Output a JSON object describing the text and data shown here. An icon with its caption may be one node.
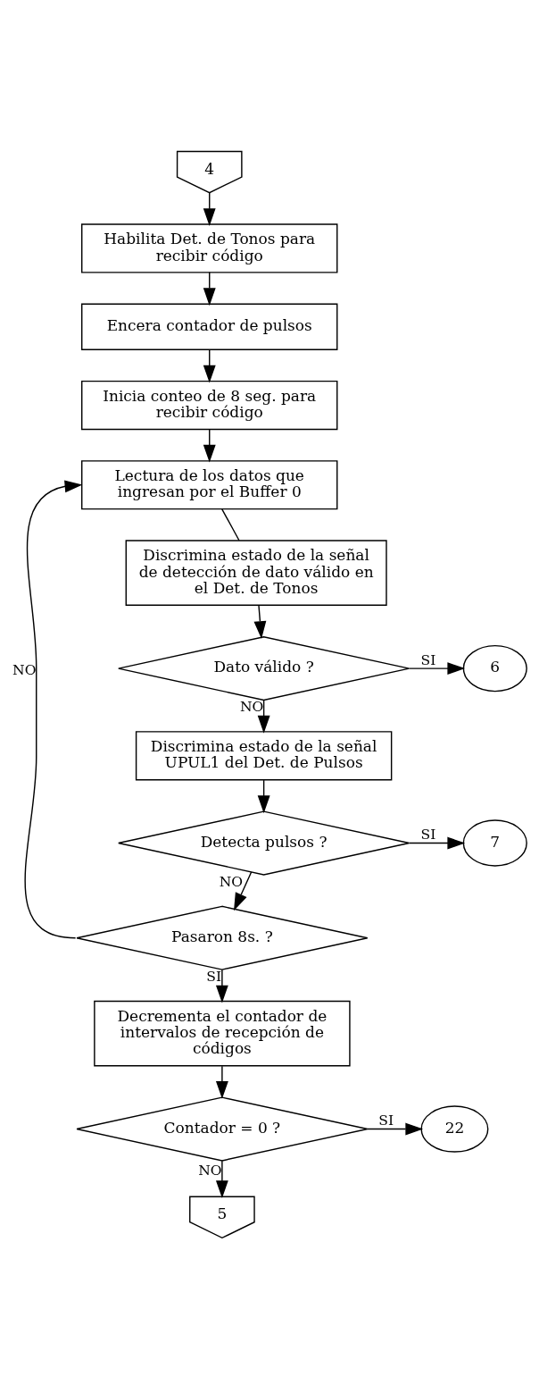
{
  "diagram": {
    "nodes": [
      {
        "text": [
          "4"
        ]
      },
      {
        "text": [
          "Habilita Det. de Tonos para recibir código"
        ]
      },
      {
        "text": [
          "Encera contador de pulsos"
        ]
      },
      {
        "text": [
          "Inicia conteo de 8 seg. para recibir código"
        ]
      },
      {
        "text": [
          "Lectura de los datos que ingresan por el Buffer 0"
        ]
      },
      {
        "text": [
          "Discrimina estado de la señal de detección de dato válido en el Det. de Tonos"
        ]
      },
      {
        "text": [
          "Dato válido ?"
        ]
      },
      {
        "text": [
          "6"
        ]
      },
      {
        "text": [
          "Discrimina estado de la señal UPUL1 del Det. de Pulsos"
        ]
      },
      {
        "text": [
          "Detecta pulsos ?"
        ]
      },
      {
        "text": [
          "7"
        ]
      },
      {
        "text": [
          "Pasaron 8s. ?"
        ]
      },
      {
        "text": [
          "Decrementa el contador de intervalos de recepción de códigos"
        ]
      },
      {
        "text": [
          "Contador = 0 ?"
        ]
      },
      {
        "text": [
          "22"
        ]
      },
      {
        "text": [
          "5"
        ]
      }
    ],
    "edges": [
      {
        "from": 0,
        "to": 1,
        "arrow": "to"
      },
      {
        "from": 1,
        "to": 2,
        "arrow": "to"
      },
      {
        "from": 2,
        "to": 3,
        "arrow": "to"
      },
      {
        "from": 3,
        "to": 4,
        "arrow": "to"
      },
      {
        "from": 4,
        "to": 5,
        "arrow": "none"
      },
      {
        "from": 5,
        "to": 6,
        "arrow": "to"
      },
      {
        "from": 6,
        "to": 7,
        "arrow": "to",
        "label": "SI"
      },
      {
        "from": 6,
        "to": 8,
        "arrow": "to",
        "label": "NO"
      },
      {
        "from": 8,
        "to": 9,
        "arrow": "to"
      },
      {
        "from": 9,
        "to": 10,
        "arrow": "to",
        "label": "SI"
      },
      {
        "from": 9,
        "to": 11,
        "arrow": "to",
        "label": "NO"
      },
      {
        "from": 11,
        "to": 4,
        "arrow": "to",
        "label": "NO"
      },
      {
        "from": 11,
        "to": 12,
        "arrow": "to",
        "label": "SI"
      },
      {
        "from": 12,
        "to": 13,
        "arrow": "to"
      },
      {
        "from": 13,
        "to": 14,
        "arrow": "to",
        "label": "SI"
      },
      {
        "from": 13,
        "to": 15,
        "arrow": "to",
        "label": "NO"
      }
    ]
  }
}
